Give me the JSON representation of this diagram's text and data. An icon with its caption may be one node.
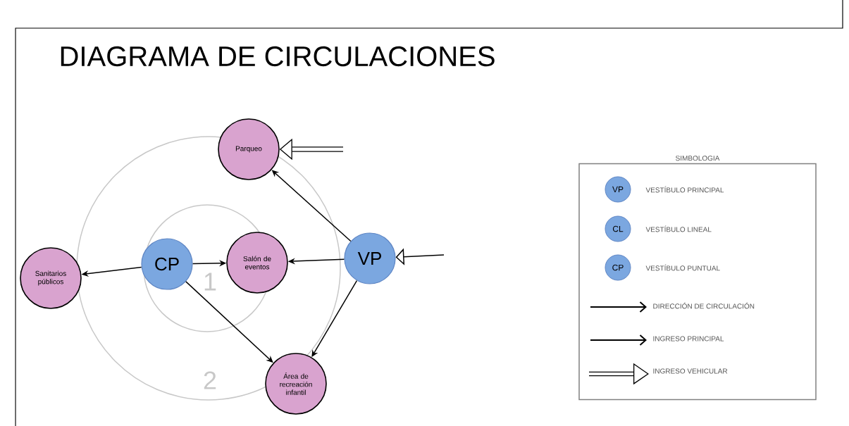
{
  "diagram": {
    "title": "DIAGRAMA DE CIRCULACIONES",
    "nodes": [
      {
        "text": [
          "Parqueo"
        ]
      },
      {
        "text": [
          "Sanitarios públicos"
        ]
      },
      {
        "text": [
          "CP"
        ]
      },
      {
        "text": [
          "Salón de eventos"
        ]
      },
      {
        "text": [
          "VP"
        ]
      },
      {
        "text": [
          "Área de recreación infantil"
        ]
      },
      {
        "text": [
          "SIMBOLOGIA"
        ]
      },
      {
        "text": [
          "VP"
        ],
        "in": 6
      },
      {
        "text": [
          "CL"
        ],
        "in": 6
      },
      {
        "text": [
          "CP"
        ],
        "in": 6
      }
    ],
    "edges": [
      {
        "from": null,
        "to": 0,
        "arrow": "to",
        "style": "thick"
      },
      {
        "from": null,
        "to": 4,
        "arrow": "to"
      },
      {
        "from": 4,
        "to": 0,
        "arrow": "to"
      },
      {
        "from": 2,
        "to": 1,
        "arrow": "to"
      },
      {
        "from": 2,
        "to": 3,
        "arrow": "to"
      },
      {
        "from": 4,
        "to": 3,
        "arrow": "to"
      },
      {
        "from": 2,
        "to": 5,
        "arrow": "to"
      },
      {
        "from": 4,
        "to": 5,
        "arrow": "to"
      }
    ],
    "labels": [
      "1",
      "2"
    ],
    "legend": [
      {
        "text": "VESTÍBULO PRINCIPAL"
      },
      {
        "text": "VESTÍBULO LINEAL"
      },
      {
        "text": "VESTÍBULO PUNTUAL"
      },
      {
        "text": "DIRECCIÓN DE CIRCULACIÓN"
      },
      {
        "text": "INGRESO PRINCIPAL"
      },
      {
        "text": "INGRESO VEHICULAR"
      }
    ]
  }
}
